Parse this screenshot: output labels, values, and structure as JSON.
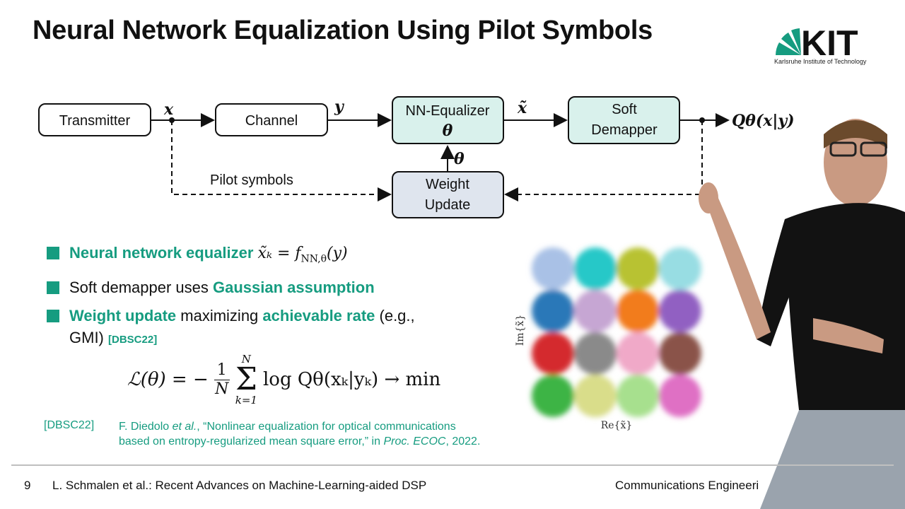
{
  "slide": {
    "title": "Neural Network Equalization Using Pilot Symbols",
    "logo": {
      "text": "KIT",
      "subtitle": "Karlsruhe Institute of Technology"
    }
  },
  "diagram": {
    "blocks": {
      "transmitter": "Transmitter",
      "channel": "Channel",
      "nn_equalizer": "NN-Equalizer",
      "nn_equalizer_param": "θ",
      "soft_demapper_line1": "Soft",
      "soft_demapper_line2": "Demapper",
      "weight_update_line1": "Weight",
      "weight_update_line2": "Update"
    },
    "signals": {
      "x": "x",
      "y": "y",
      "x_tilde": "x̃",
      "theta": "θ",
      "output": "Qθ(x|y)"
    },
    "pilot_label": "Pilot symbols"
  },
  "bullets": [
    {
      "highlight": "Neural network equalizer",
      "math": "x̃ₖ = f",
      "math_sub": "NN,θ",
      "math_tail": "(y)"
    },
    {
      "text": "Soft demapper uses ",
      "highlight": "Gaussian assumption"
    },
    {
      "highlight": "Weight update",
      "text": " maximizing ",
      "highlight2": "achievable rate",
      "tail": " (e.g.,",
      "line2": "GMI)",
      "citation": "[DBSC22]"
    }
  ],
  "formula": {
    "lhs": "ℒ(θ) = −",
    "frac_num": "1",
    "frac_den": "N",
    "sum_top": "N",
    "sum_sign": "Σ",
    "sum_bottom": "k=1",
    "body": "log Qθ(xₖ|yₖ) → min"
  },
  "reference": {
    "key": "[DBSC22]",
    "authors": "F. Diedolo ",
    "etal": "et al.",
    "title": ", “Nonlinear equalization for optical communications based on entropy-regularized mean square error,” in ",
    "venue": "Proc. ECOC",
    "year": ", 2022."
  },
  "scatter_plot": {
    "xlabel": "Re{x̃}",
    "ylabel": "Im{x̃}",
    "colors": [
      "#a9c1e6",
      "#27c8c8",
      "#b8c230",
      "#98dde3",
      "#2a78b8",
      "#c6a6d3",
      "#f27b1c",
      "#9160c2",
      "#d42a2f",
      "#8a8a8a",
      "#f0a9c8",
      "#8a5248",
      "#3db444",
      "#d9dd8a",
      "#a7e08e",
      "#df6fc4"
    ]
  },
  "footer": {
    "page": "9",
    "left": "L. Schmalen et al.: Recent Advances on Machine-Learning-aided DSP",
    "right": "Communications Engineeri"
  }
}
